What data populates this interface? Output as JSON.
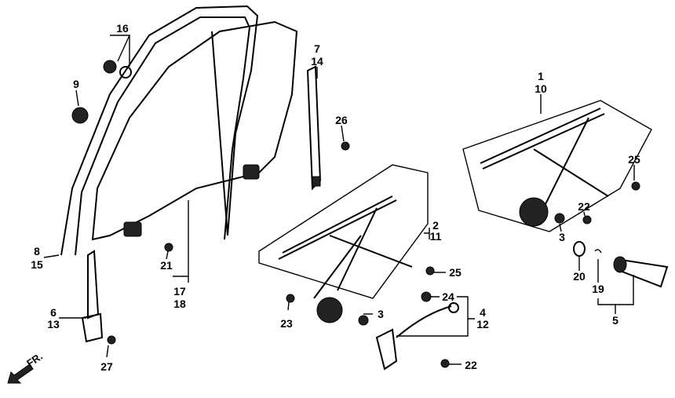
{
  "diagram": {
    "direction_label": "FR.",
    "callouts": {
      "c16": "16",
      "c9": "9",
      "c7": "7",
      "c14": "14",
      "c26": "26",
      "c1": "1",
      "c10": "10",
      "c25a": "25",
      "c22a": "22",
      "c3a": "3",
      "c20": "20",
      "c19": "19",
      "c5": "5",
      "c2": "2",
      "c11": "11",
      "c25b": "25",
      "c24": "24",
      "c4": "4",
      "c12": "12",
      "c22b": "22",
      "c3b": "3",
      "c23": "23",
      "c21": "21",
      "c17": "17",
      "c18": "18",
      "c8": "8",
      "c15": "15",
      "c6": "6",
      "c13": "13",
      "c27": "27"
    }
  }
}
